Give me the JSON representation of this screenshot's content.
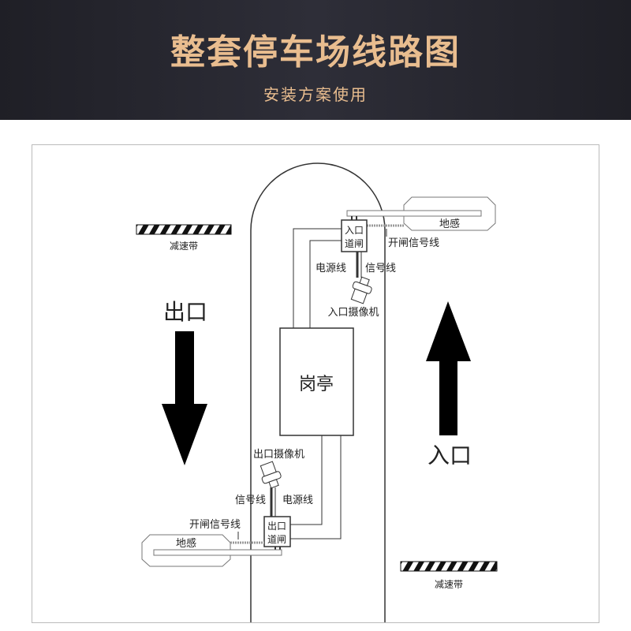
{
  "header": {
    "title": "整套停车场线路图",
    "subtitle": "安装方案使用"
  },
  "diagram": {
    "entry_gate": [
      "入口",
      "道闸"
    ],
    "exit_gate": [
      "出口",
      "道闸"
    ],
    "booth": "岗亭",
    "ground_loop_top": "地感",
    "ground_loop_bottom": "地感",
    "open_signal_top": "开闸信号线",
    "open_signal_bottom": "开闸信号线",
    "power_line_top": "电源线",
    "signal_line_top": "信号线",
    "power_line_bottom": "电源线",
    "signal_line_bottom": "信号线",
    "entry_camera": "入口摄像机",
    "exit_camera": "出口摄像机",
    "speed_bump_top": "减速带",
    "speed_bump_bottom": "减速带",
    "exit_label": "出口",
    "entry_label": "入口"
  },
  "colors": {
    "header_bg": "#2a2a33",
    "accent": "#e9bd8f"
  }
}
